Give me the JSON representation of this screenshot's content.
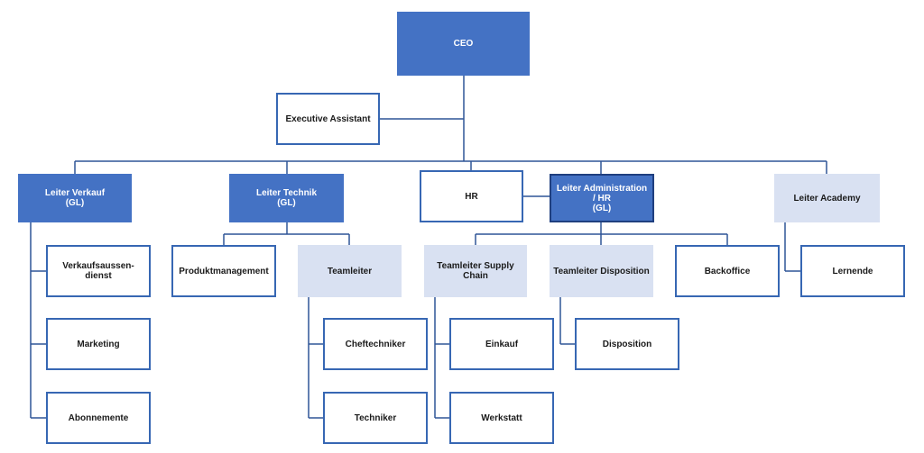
{
  "colors": {
    "primary": "#4472c4",
    "light": "#d9e1f2",
    "outline": "#3767b3",
    "line": "#2f5597"
  },
  "nodes": {
    "ceo": "CEO",
    "exec_assistant": "Executive Assistant",
    "leiter_verkauf": "Leiter Verkauf\n(GL)",
    "leiter_technik": "Leiter Technik\n(GL)",
    "hr": "HR",
    "leiter_admin_hr": "Leiter Administration / HR\n(GL)",
    "leiter_academy": "Leiter Academy",
    "verkaufsaussendienst": "Verkaufsaussen-\ndienst",
    "marketing": "Marketing",
    "abonnemente": "Abonnemente",
    "produktmanagement": "Produktmanagement",
    "teamleiter": "Teamleiter",
    "cheftechniker": "Cheftechniker",
    "techniker": "Techniker",
    "teamleiter_supply_chain": "Teamleiter Supply Chain",
    "einkauf": "Einkauf",
    "werkstatt": "Werkstatt",
    "teamleiter_disposition": "Teamleiter Disposition",
    "disposition": "Disposition",
    "backoffice": "Backoffice",
    "lernende": "Lernende"
  }
}
